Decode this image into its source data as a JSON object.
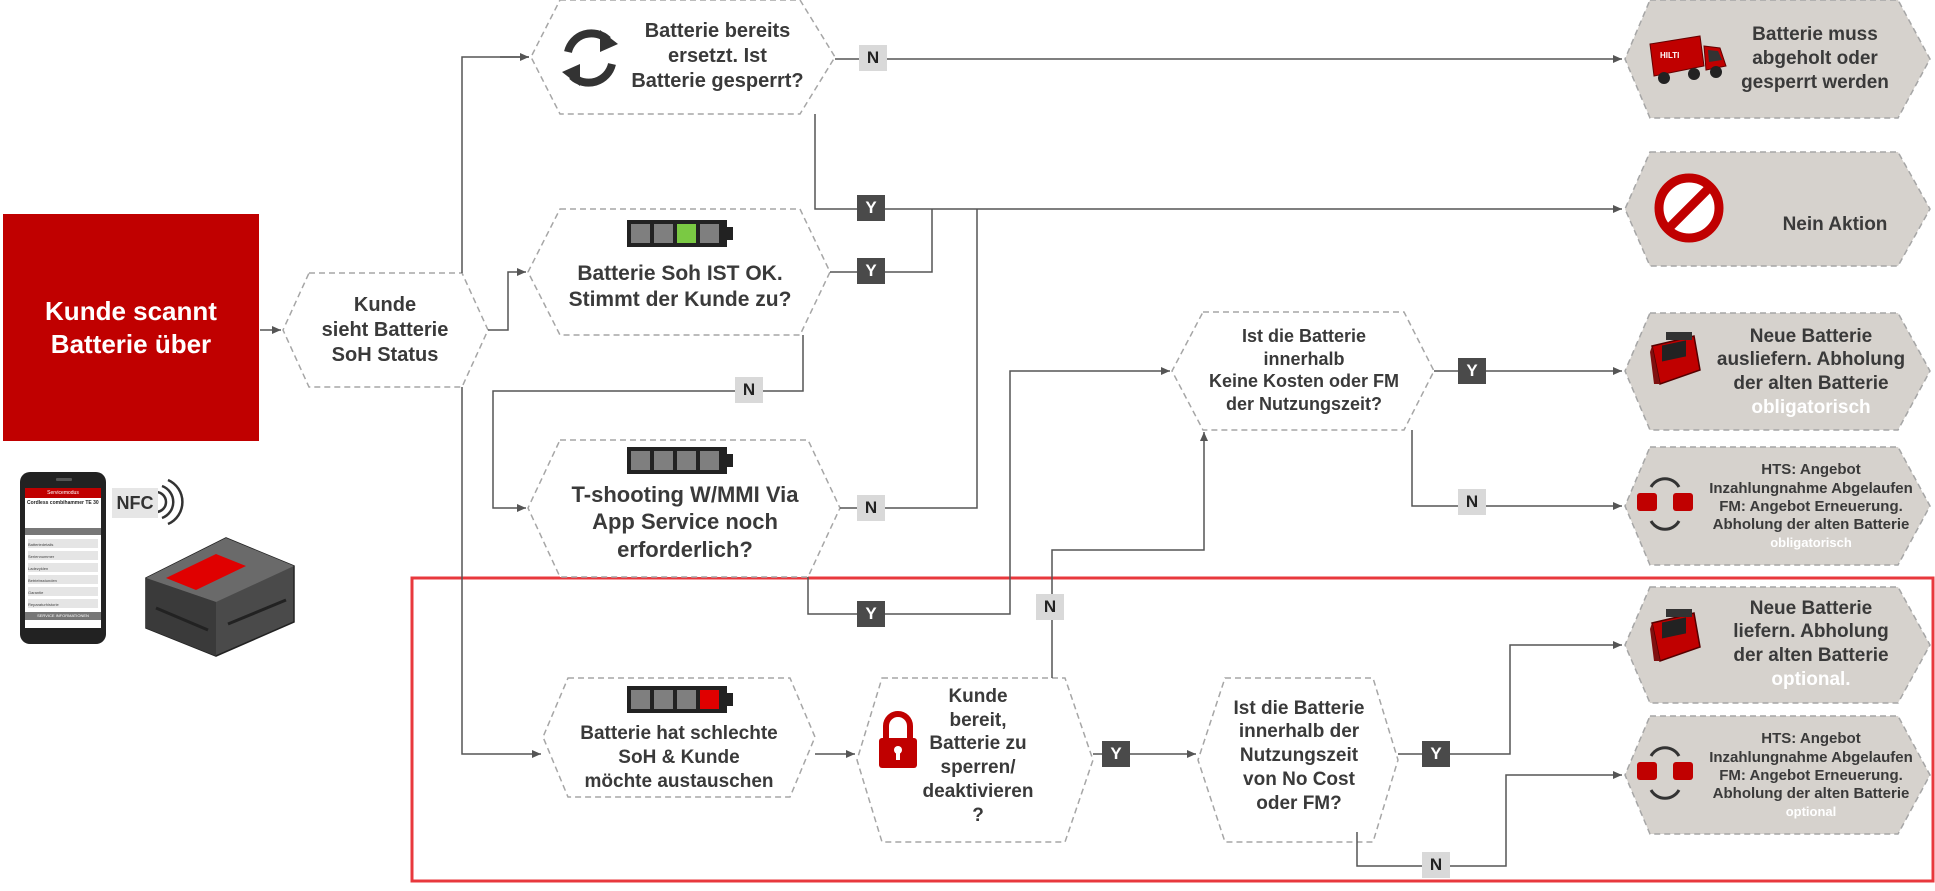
{
  "start": {
    "line1": "Kunde scannt",
    "line2": "Batterie über"
  },
  "nfc_label": "NFC",
  "nodes": {
    "sieht": [
      "Kunde",
      "sieht Batterie",
      "SoH Status"
    ],
    "ersetzt": [
      "Batterie bereits",
      "ersetzt. Ist",
      "Batterie gesperrt?"
    ],
    "ok": [
      "Batterie Soh IST OK.",
      "Stimmt der Kunde zu?"
    ],
    "tshoot": [
      "T-shooting W/MMI Via",
      "App Service noch",
      "erforderlich?"
    ],
    "innerhalb1": [
      "Ist die Batterie",
      "innerhalb",
      "Keine Kosten oder FM",
      "der Nutzungszeit?"
    ],
    "schlecht": [
      "Batterie hat schlechte",
      "SoH & Kunde",
      "möchte austauschen"
    ],
    "sperren": [
      "Kunde",
      "bereit,",
      "Batterie zu",
      "sperren/",
      "deaktivieren",
      "?"
    ],
    "innerhalb2": [
      "Ist die Batterie",
      "innerhalb der",
      "Nutzungszeit",
      "von No Cost",
      "oder FM?"
    ]
  },
  "outcomes": {
    "abholen": [
      "Batterie muss",
      "abgeholt oder",
      "gesperrt werden"
    ],
    "nein": "Nein Aktion",
    "neu1": {
      "lines": [
        "Neue Batterie",
        "ausliefern. Abholung",
        "der alten Batterie"
      ],
      "accent": "obligatorisch"
    },
    "hts1": {
      "lines": [
        "HTS: Angebot",
        "Inzahlungnahme Abgelaufen",
        "FM: Angebot Erneuerung.",
        "Abholung der alten Batterie"
      ],
      "accent": "obligatorisch"
    },
    "neu2": {
      "lines": [
        "Neue Batterie",
        "liefern. Abholung",
        "der alten Batterie"
      ],
      "accent": "optional."
    },
    "hts2": {
      "lines": [
        "HTS: Angebot",
        "Inzahlungnahme Abgelaufen",
        "FM: Angebot Erneuerung.",
        "Abholung der alten Batterie"
      ],
      "accent": "optional"
    }
  },
  "tags": {
    "yes": "Y",
    "no": "N"
  },
  "phone_screen": {
    "header": "Servicemodus",
    "title": "Cordless combihammer TE 30",
    "rows": [
      "Batteriedetails",
      "Seriennummer",
      "Ladezyklen",
      "Betriebsstunden",
      "Garantie",
      "Reparaturhistorie"
    ],
    "button": "SERVICE INFORMATIONEN"
  },
  "colors": {
    "brand_red": "#c00000",
    "highlight_frame": "#e8383d",
    "node_border": "#a6a6a6",
    "outcome_fill": "#d6d2cd",
    "connector": "#555555",
    "battery_green": "#7ac943",
    "battery_red": "#e00000"
  },
  "icons": [
    "refresh-icon",
    "battery-full-icon",
    "battery-empty-icon",
    "battery-low-icon",
    "lock-icon",
    "truck-icon",
    "no-entry-icon",
    "battery-pack-icon",
    "exchange-icon",
    "phone-icon",
    "nfc-icon",
    "tool-battery-icon"
  ]
}
